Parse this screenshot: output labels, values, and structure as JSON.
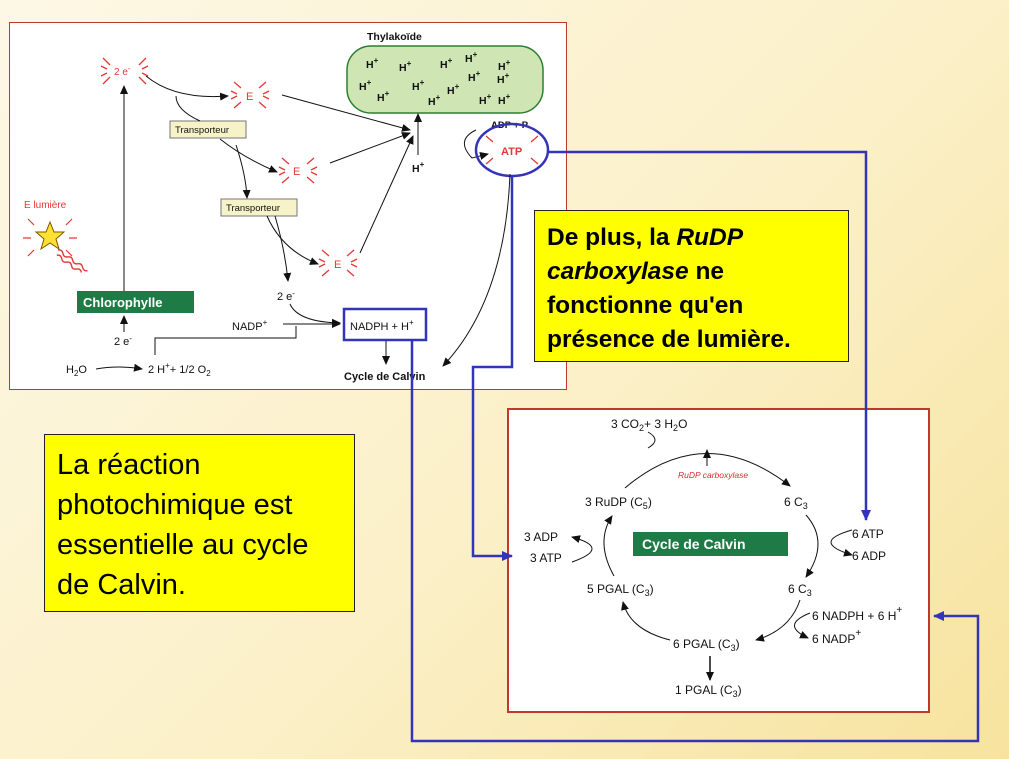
{
  "photo": {
    "thylakoid": "Thylakoïde",
    "h_plus": "H",
    "two_e": "2 e",
    "e_letter": "E",
    "transporter": "Transporteur",
    "e_light": "E lumière",
    "chlorophyll": "Chlorophylle",
    "water": "H",
    "water_sub": "2",
    "water_o": "O",
    "products_prefix": "2 H",
    "products_suffix": "+ 1/2 O",
    "products_sub": "2",
    "nadp": "NADP",
    "nadph": "NADPH + H",
    "adp_p": "ADP + P",
    "atp": "ATP",
    "calvin_label": "Cycle de Calvin",
    "plus": "+",
    "minus": "-"
  },
  "calvin": {
    "co2_prefix": "3 CO",
    "co2_sub": "2",
    "co2_mid": "+ 3 H",
    "co2_sub2": "2",
    "co2_end": "O",
    "enzyme": "RuDP carboxylase",
    "rudp": "3 RuDP (C",
    "rudp_sub": "5",
    "close_paren": ")",
    "c3_top": "6 C",
    "c3_sub": "3",
    "atp_in": "6 ATP",
    "adp_out": "6 ADP",
    "adp3": "3 ADP",
    "atp3": "3 ATP",
    "cycle_label": "Cycle de Calvin",
    "c3_mid": "6 C",
    "pgal5": "5 PGAL (C",
    "nadph_in": "6 NADPH + 6 H",
    "nadp_out": "6 NADP",
    "pgal6": "6 PGAL (C",
    "pgal1": "1 PGAL (C",
    "plus": "+"
  },
  "notes": {
    "rudp_line1": "De plus, la ",
    "rudp_italic1": "RuDP",
    "rudp_italic2": "carboxylase",
    "rudp_line2": " ne",
    "rudp_line3": "fonctionne qu'en",
    "rudp_line4": "présence de lumière.",
    "photo_text": "La réaction photochimique est essentielle au cycle de Calvin."
  },
  "colors": {
    "panel_border": "#c0392b",
    "connector": "#3333bb",
    "note_bg": "#ffff00",
    "thylakoid_fill": "#cfe6b4",
    "thylakoid_stroke": "#2f7d32",
    "chlorophyll_fill": "#1e7b45",
    "label_fill": "#1e7b45",
    "transporter_fill": "#f7f3c8",
    "spark": "#e53935",
    "enzyme_text": "#d32f2f",
    "star": "#ffe033"
  }
}
